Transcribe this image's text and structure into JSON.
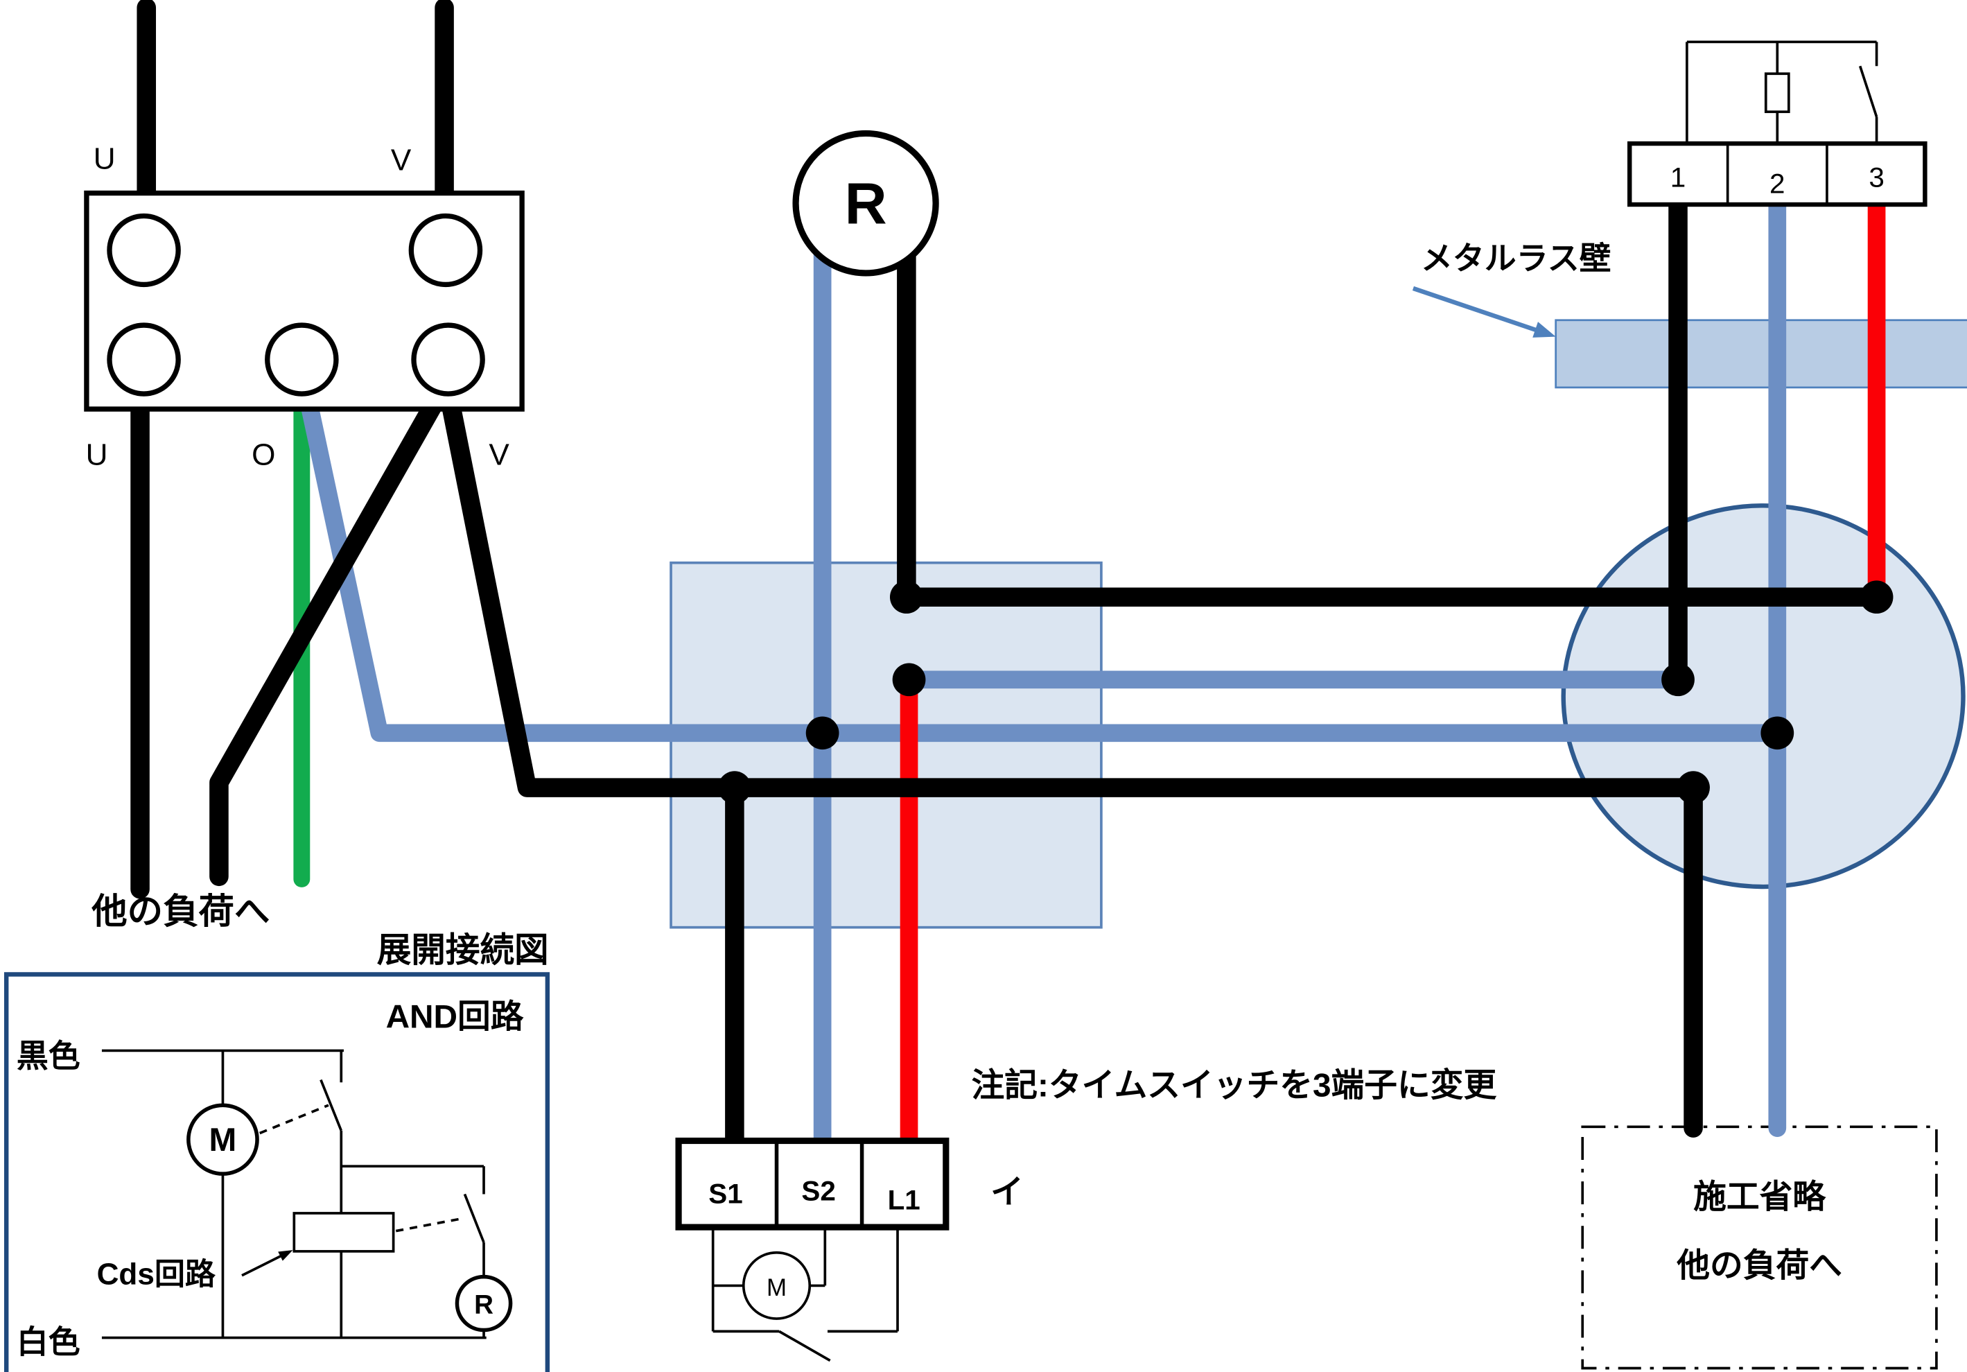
{
  "colors": {
    "wire_black": "#000000",
    "wire_blue": "#6d8fc4",
    "wire_red": "#fb0006",
    "wire_green": "#12ac4e",
    "junction_box_fill": "#dbe5f1",
    "junction_box_stroke": "#5b83b8",
    "band_fill": "#b8cce4",
    "band_stroke": "#4f81bd",
    "outlet_fill": "#dbe5f1",
    "outlet_stroke": "#2e5a8f",
    "detail_box_stroke": "#1f497d",
    "arrow_blue": "#4f81bd"
  },
  "power_block": {
    "top_terminals": [
      "U",
      "V"
    ],
    "bottom_terminals": [
      "U",
      "O",
      "V"
    ]
  },
  "lamp_label": "R",
  "left_note": "他の負荷へ",
  "timer_switch": {
    "terminals": [
      "S1",
      "S2",
      "L1"
    ],
    "circuit_mark": "イ",
    "motor_label": "M"
  },
  "note_text": "注記:タイムスイッチを3端子に変更",
  "auto_switch": {
    "terminals": [
      "1",
      "2",
      "3"
    ]
  },
  "metal_lath_label": "メタルラス壁",
  "omission_box": {
    "line1": "施工省略",
    "line2": "他の負荷へ"
  },
  "detail_diagram": {
    "title": "展開接続図",
    "circuit_type": "AND回路",
    "black_wire": "黒色",
    "white_wire": "白色",
    "motor_label": "M",
    "lamp_label": "R",
    "cds_label": "Cds回路"
  }
}
